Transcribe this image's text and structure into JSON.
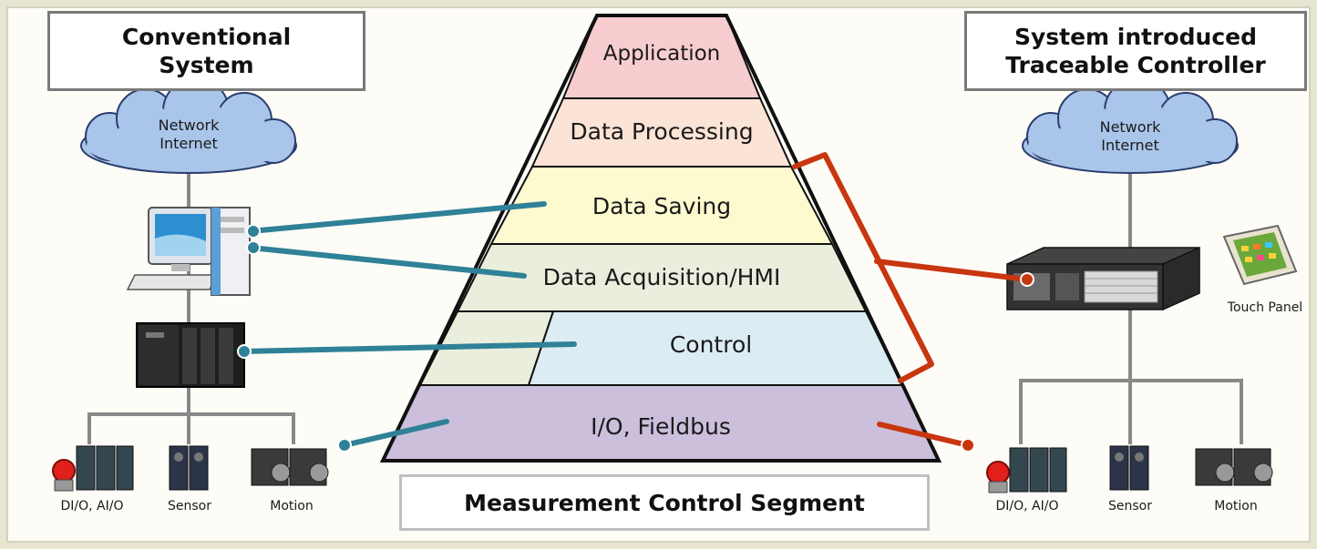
{
  "left_panel": {
    "title": "Conventional\nSystem",
    "cloud_label": "Network\nInternet",
    "devices": [
      "DI/O, AI/O",
      "Sensor",
      "Motion"
    ]
  },
  "right_panel": {
    "title": "System introduced\nTraceable Controller",
    "cloud_label": "Network\nInternet",
    "touch_panel_label": "Touch Panel",
    "devices": [
      "DI/O, AI/O",
      "Sensor",
      "Motion"
    ]
  },
  "pyramid": {
    "layers": [
      "Application",
      "Data Processing",
      "Data Saving",
      "Data Acquisition/HMI",
      "Control",
      "I/O, Fieldbus"
    ],
    "segment_label": "Measurement Control Segment"
  },
  "colors": {
    "background": "#e8e4d2",
    "application": "#f7cdd0",
    "data_processing": "#fbe3d6",
    "data_saving": "#fdfad0",
    "data_acquisition": "#eaeedd",
    "control": "#dcecf3",
    "fieldbus": "#cbbfdc",
    "cloud": "#a9c5ea",
    "teal_connector": "#2f8197",
    "red_connector": "#c8360f"
  }
}
